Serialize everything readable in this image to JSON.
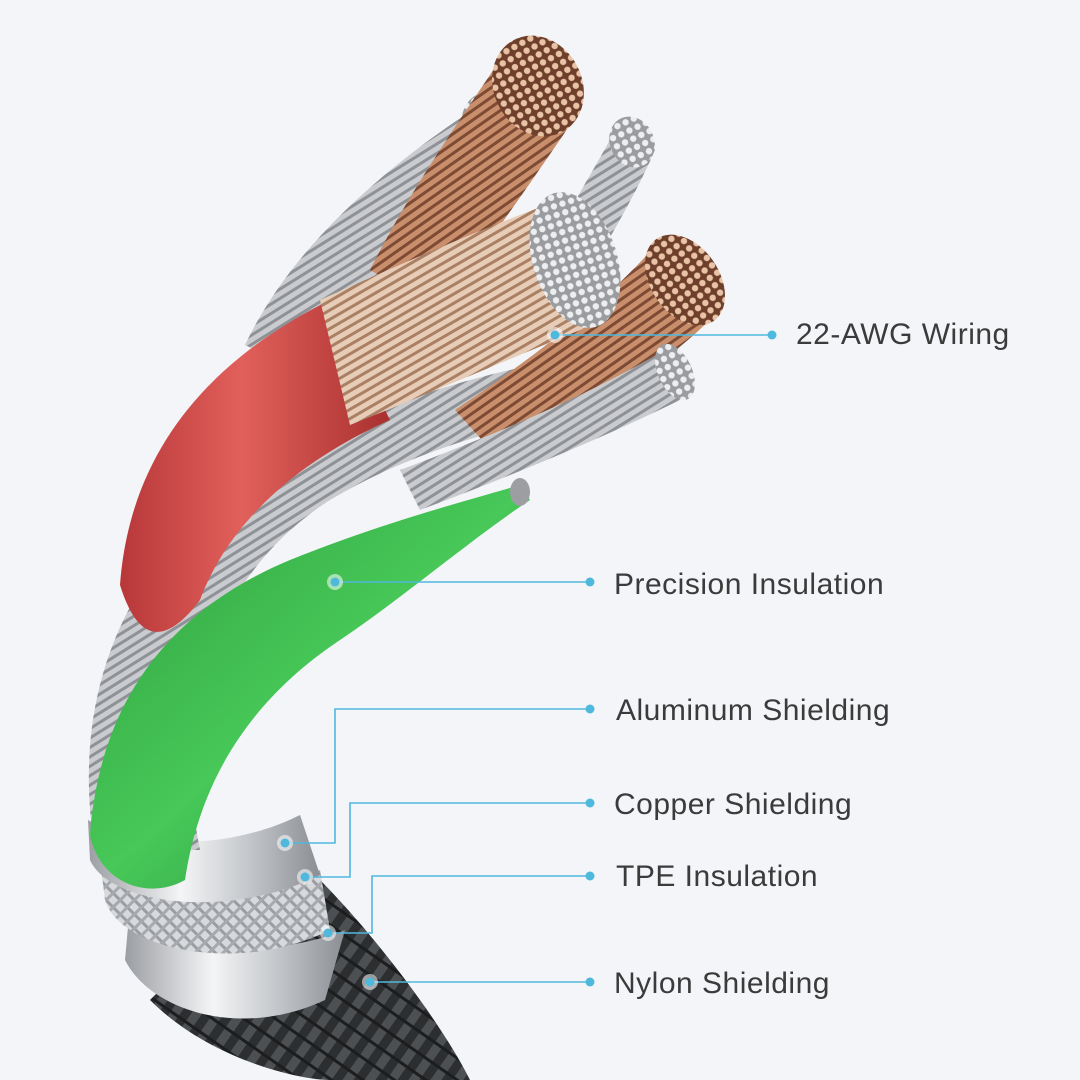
{
  "colors": {
    "leader_line": "#4fb8dd",
    "label_text": "#3b3b3b",
    "background": "#f3f5f8",
    "copper": "#b5785a",
    "silver": "#b7b9bd",
    "red_jacket": "#d94c4c",
    "green_jacket": "#3dbb4c",
    "braid": "#2f3133"
  },
  "callouts": [
    {
      "id": "awg-wiring",
      "label": "22-AWG Wiring"
    },
    {
      "id": "precision-insulation",
      "label": "Precision Insulation"
    },
    {
      "id": "aluminum-shielding",
      "label": "Aluminum Shielding"
    },
    {
      "id": "copper-shielding",
      "label": "Copper Shielding"
    },
    {
      "id": "tpe-insulation",
      "label": "TPE Insulation"
    },
    {
      "id": "nylon-shielding",
      "label": "Nylon Shielding"
    }
  ]
}
